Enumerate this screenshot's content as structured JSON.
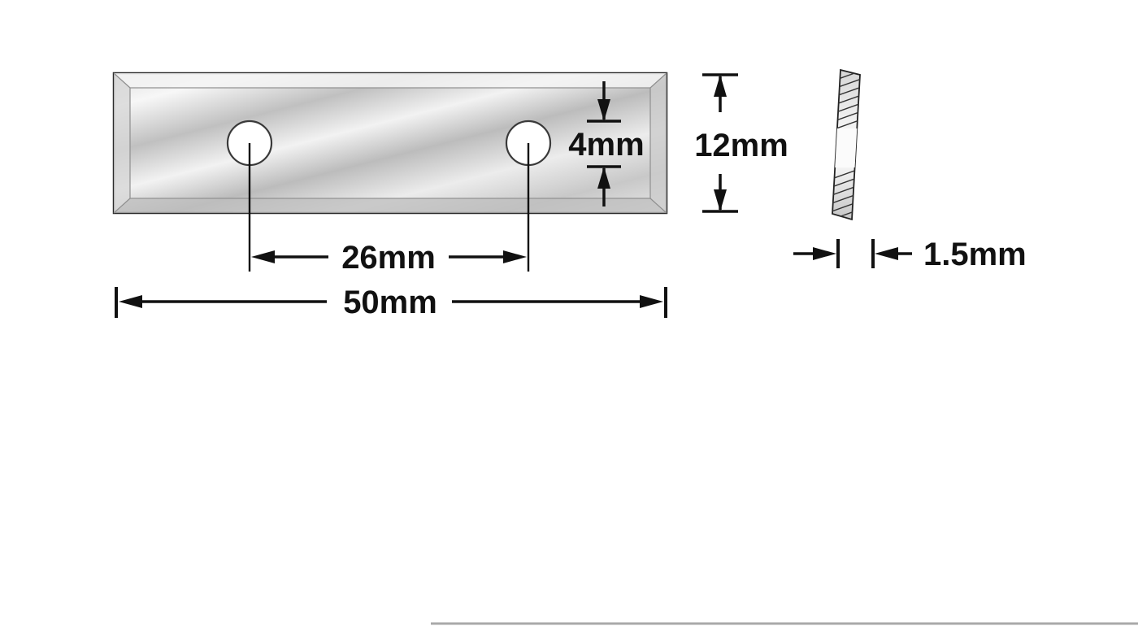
{
  "drawing": {
    "type": "technical-dimension-drawing",
    "subject": "rectangular reversible insert knife with two holes, front view and side profile view"
  },
  "dimensions": {
    "overall_length": "50mm",
    "hole_spacing": "26mm",
    "blade_width": "12mm",
    "hole_diameter": "4mm",
    "thickness": "1.5mm"
  },
  "colors": {
    "line": "#111111",
    "metal_light": "#f4f4f4",
    "metal_mid": "#c9c9c9",
    "metal_dark": "#b5b5b5",
    "background": "#ffffff",
    "baseline_gray": "#a9a9a9"
  }
}
